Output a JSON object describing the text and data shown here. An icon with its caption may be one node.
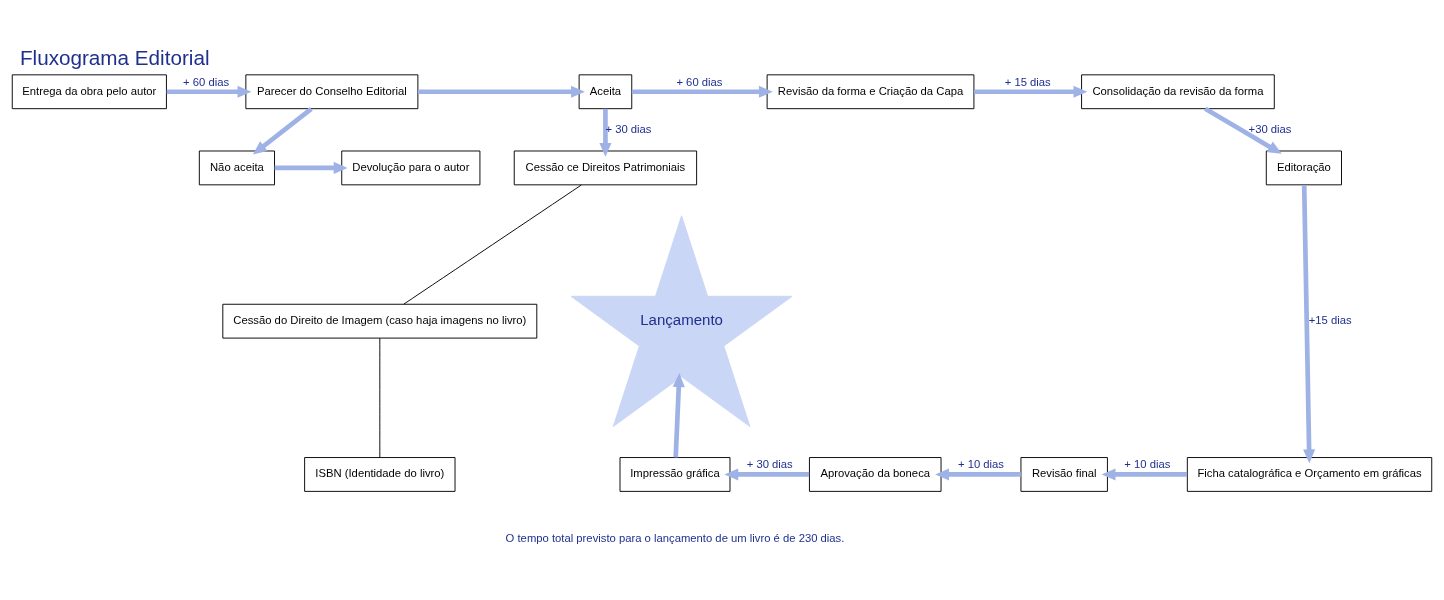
{
  "diagram": {
    "title": "Fluxograma Editorial",
    "caption": "O tempo total previsto para o lançamento de um livro é de 230 dias.",
    "nodes": [
      {
        "text": [
          "Entrega da obra pelo autor"
        ]
      },
      {
        "text": [
          "Parecer do Conselho Editorial"
        ]
      },
      {
        "text": [
          "Não aceita"
        ]
      },
      {
        "text": [
          "Devolução para o autor"
        ]
      },
      {
        "text": [
          "Aceita"
        ]
      },
      {
        "text": [
          "Revisão da forma e Criação da Capa"
        ]
      },
      {
        "text": [
          "Consolidação da revisão da forma"
        ]
      },
      {
        "text": [
          "Cessão ce Direitos Patrimoniais"
        ]
      },
      {
        "text": [
          "Cessão do Direito de Imagem (caso haja imagens no livro)"
        ]
      },
      {
        "text": [
          "ISBN (Identidade do livro)"
        ]
      },
      {
        "text": [
          "Editoração"
        ]
      },
      {
        "text": [
          "Ficha catalográfica e Orçamento em gráficas"
        ]
      },
      {
        "text": [
          "Revisão final"
        ]
      },
      {
        "text": [
          "Aprovação da boneca"
        ]
      },
      {
        "text": [
          "Impressão gráfica"
        ]
      },
      {
        "text": [
          "Lançamento"
        ]
      }
    ],
    "edges": [
      {
        "from": 0,
        "to": 1,
        "arrow": "to",
        "label": "+ 60 dias"
      },
      {
        "from": 1,
        "to": 2,
        "arrow": "to"
      },
      {
        "from": 1,
        "to": 4,
        "arrow": "to"
      },
      {
        "from": 2,
        "to": 3,
        "arrow": "to"
      },
      {
        "from": 4,
        "to": 5,
        "arrow": "to",
        "label": "+ 60 dias"
      },
      {
        "from": 5,
        "to": 6,
        "arrow": "to",
        "label": "+ 15 dias"
      },
      {
        "from": 4,
        "to": 7,
        "arrow": "to",
        "label": "+ 30 dias"
      },
      {
        "from": 7,
        "to": 8,
        "arrow": "none",
        "color": "#000000"
      },
      {
        "from": 8,
        "to": 9,
        "arrow": "none",
        "color": "#000000"
      },
      {
        "from": 6,
        "to": 10,
        "arrow": "to",
        "label": "+30 dias"
      },
      {
        "from": 10,
        "to": 11,
        "arrow": "to",
        "label": "+15 dias"
      },
      {
        "from": 11,
        "to": 12,
        "arrow": "to",
        "label": "+ 10 dias"
      },
      {
        "from": 12,
        "to": 13,
        "arrow": "to",
        "label": "+ 10 dias"
      },
      {
        "from": 13,
        "to": 14,
        "arrow": "to",
        "label": "+ 30 dias"
      },
      {
        "from": 14,
        "to": 15,
        "arrow": "to"
      }
    ]
  }
}
